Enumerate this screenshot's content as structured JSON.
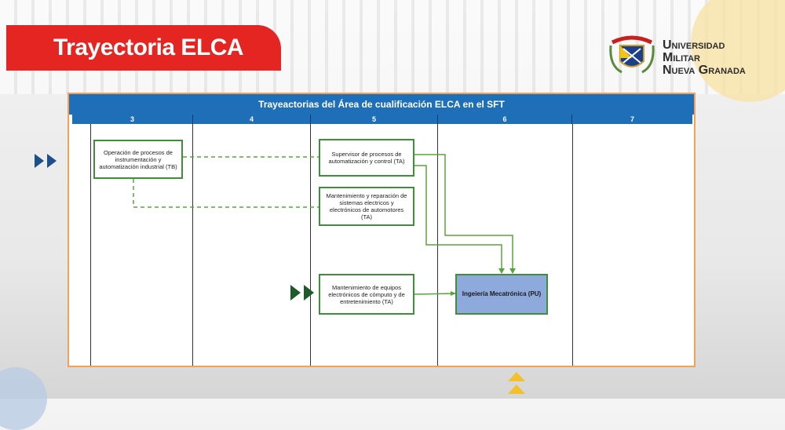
{
  "page": {
    "title": "Trayectoria ELCA"
  },
  "logo": {
    "line1": "Universidad Militar",
    "line2": "Nueva Granada"
  },
  "diagram": {
    "header": "Trayeactorias del Área de cualificación  ELCA en el  SFT",
    "levels": [
      "3",
      "4",
      "5",
      "6",
      "7"
    ],
    "boxes": {
      "b1": "Operación de procesos de instrumentación y automatización industrial (TB)",
      "b2": "Supervisor de procesos de automatización y control (TA)",
      "b3": "Mantenimiento y reparación de sistemas electricos y electrónicos de automotores (TA)",
      "b4": "Mantenimiento de equipos electrónicos de cómputo y de entretenimiento (TA)",
      "b5": "Ingeiería Mecatrónica (PU)"
    }
  },
  "colors": {
    "accent_red": "#e52521",
    "header_blue": "#1f6fb8",
    "connector_green": "#3f8f3a",
    "target_fill": "#8ea9db",
    "frame_orange": "#f1a25a"
  }
}
